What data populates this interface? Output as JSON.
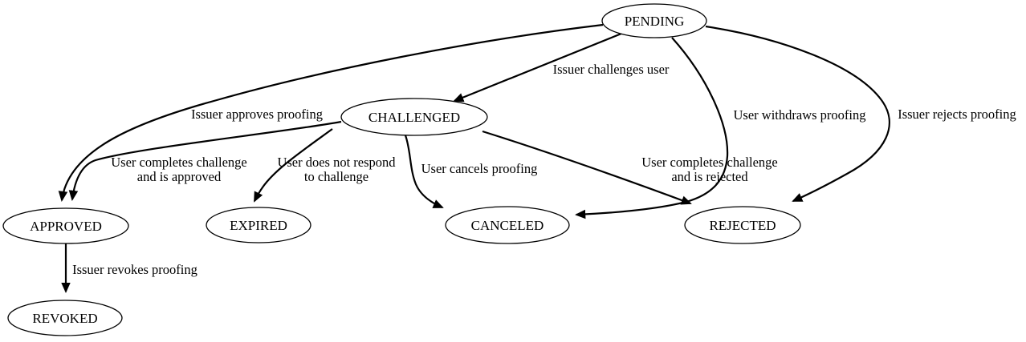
{
  "diagram": {
    "type": "state-machine",
    "colors": {
      "background": "#ffffff",
      "node_fill": "#ffffff",
      "stroke": "#000000",
      "text": "#000000"
    },
    "nodes": [
      {
        "id": "pending",
        "label": "PENDING"
      },
      {
        "id": "challenged",
        "label": "CHALLENGED"
      },
      {
        "id": "approved",
        "label": "APPROVED"
      },
      {
        "id": "expired",
        "label": "EXPIRED"
      },
      {
        "id": "canceled",
        "label": "CANCELED"
      },
      {
        "id": "rejected",
        "label": "REJECTED"
      },
      {
        "id": "revoked",
        "label": "REVOKED"
      }
    ],
    "edges": [
      {
        "from": "PENDING",
        "to": "CHALLENGED",
        "lines": [
          "Issuer challenges user"
        ]
      },
      {
        "from": "PENDING",
        "to": "APPROVED",
        "lines": [
          "Issuer approves proofing"
        ]
      },
      {
        "from": "CHALLENGED",
        "to": "APPROVED",
        "lines": [
          "User completes challenge",
          "and is approved"
        ]
      },
      {
        "from": "CHALLENGED",
        "to": "EXPIRED",
        "lines": [
          "User does not respond",
          "to challenge"
        ]
      },
      {
        "from": "CHALLENGED",
        "to": "CANCELED",
        "lines": [
          "User cancels proofing"
        ]
      },
      {
        "from": "CHALLENGED",
        "to": "REJECTED",
        "lines": [
          "User completes challenge",
          "and is rejected"
        ]
      },
      {
        "from": "PENDING",
        "to": "CANCELED",
        "lines": [
          "User withdraws proofing"
        ]
      },
      {
        "from": "PENDING",
        "to": "REJECTED",
        "lines": [
          "Issuer rejects proofing"
        ]
      },
      {
        "from": "APPROVED",
        "to": "REVOKED",
        "lines": [
          "Issuer revokes proofing"
        ]
      }
    ]
  }
}
